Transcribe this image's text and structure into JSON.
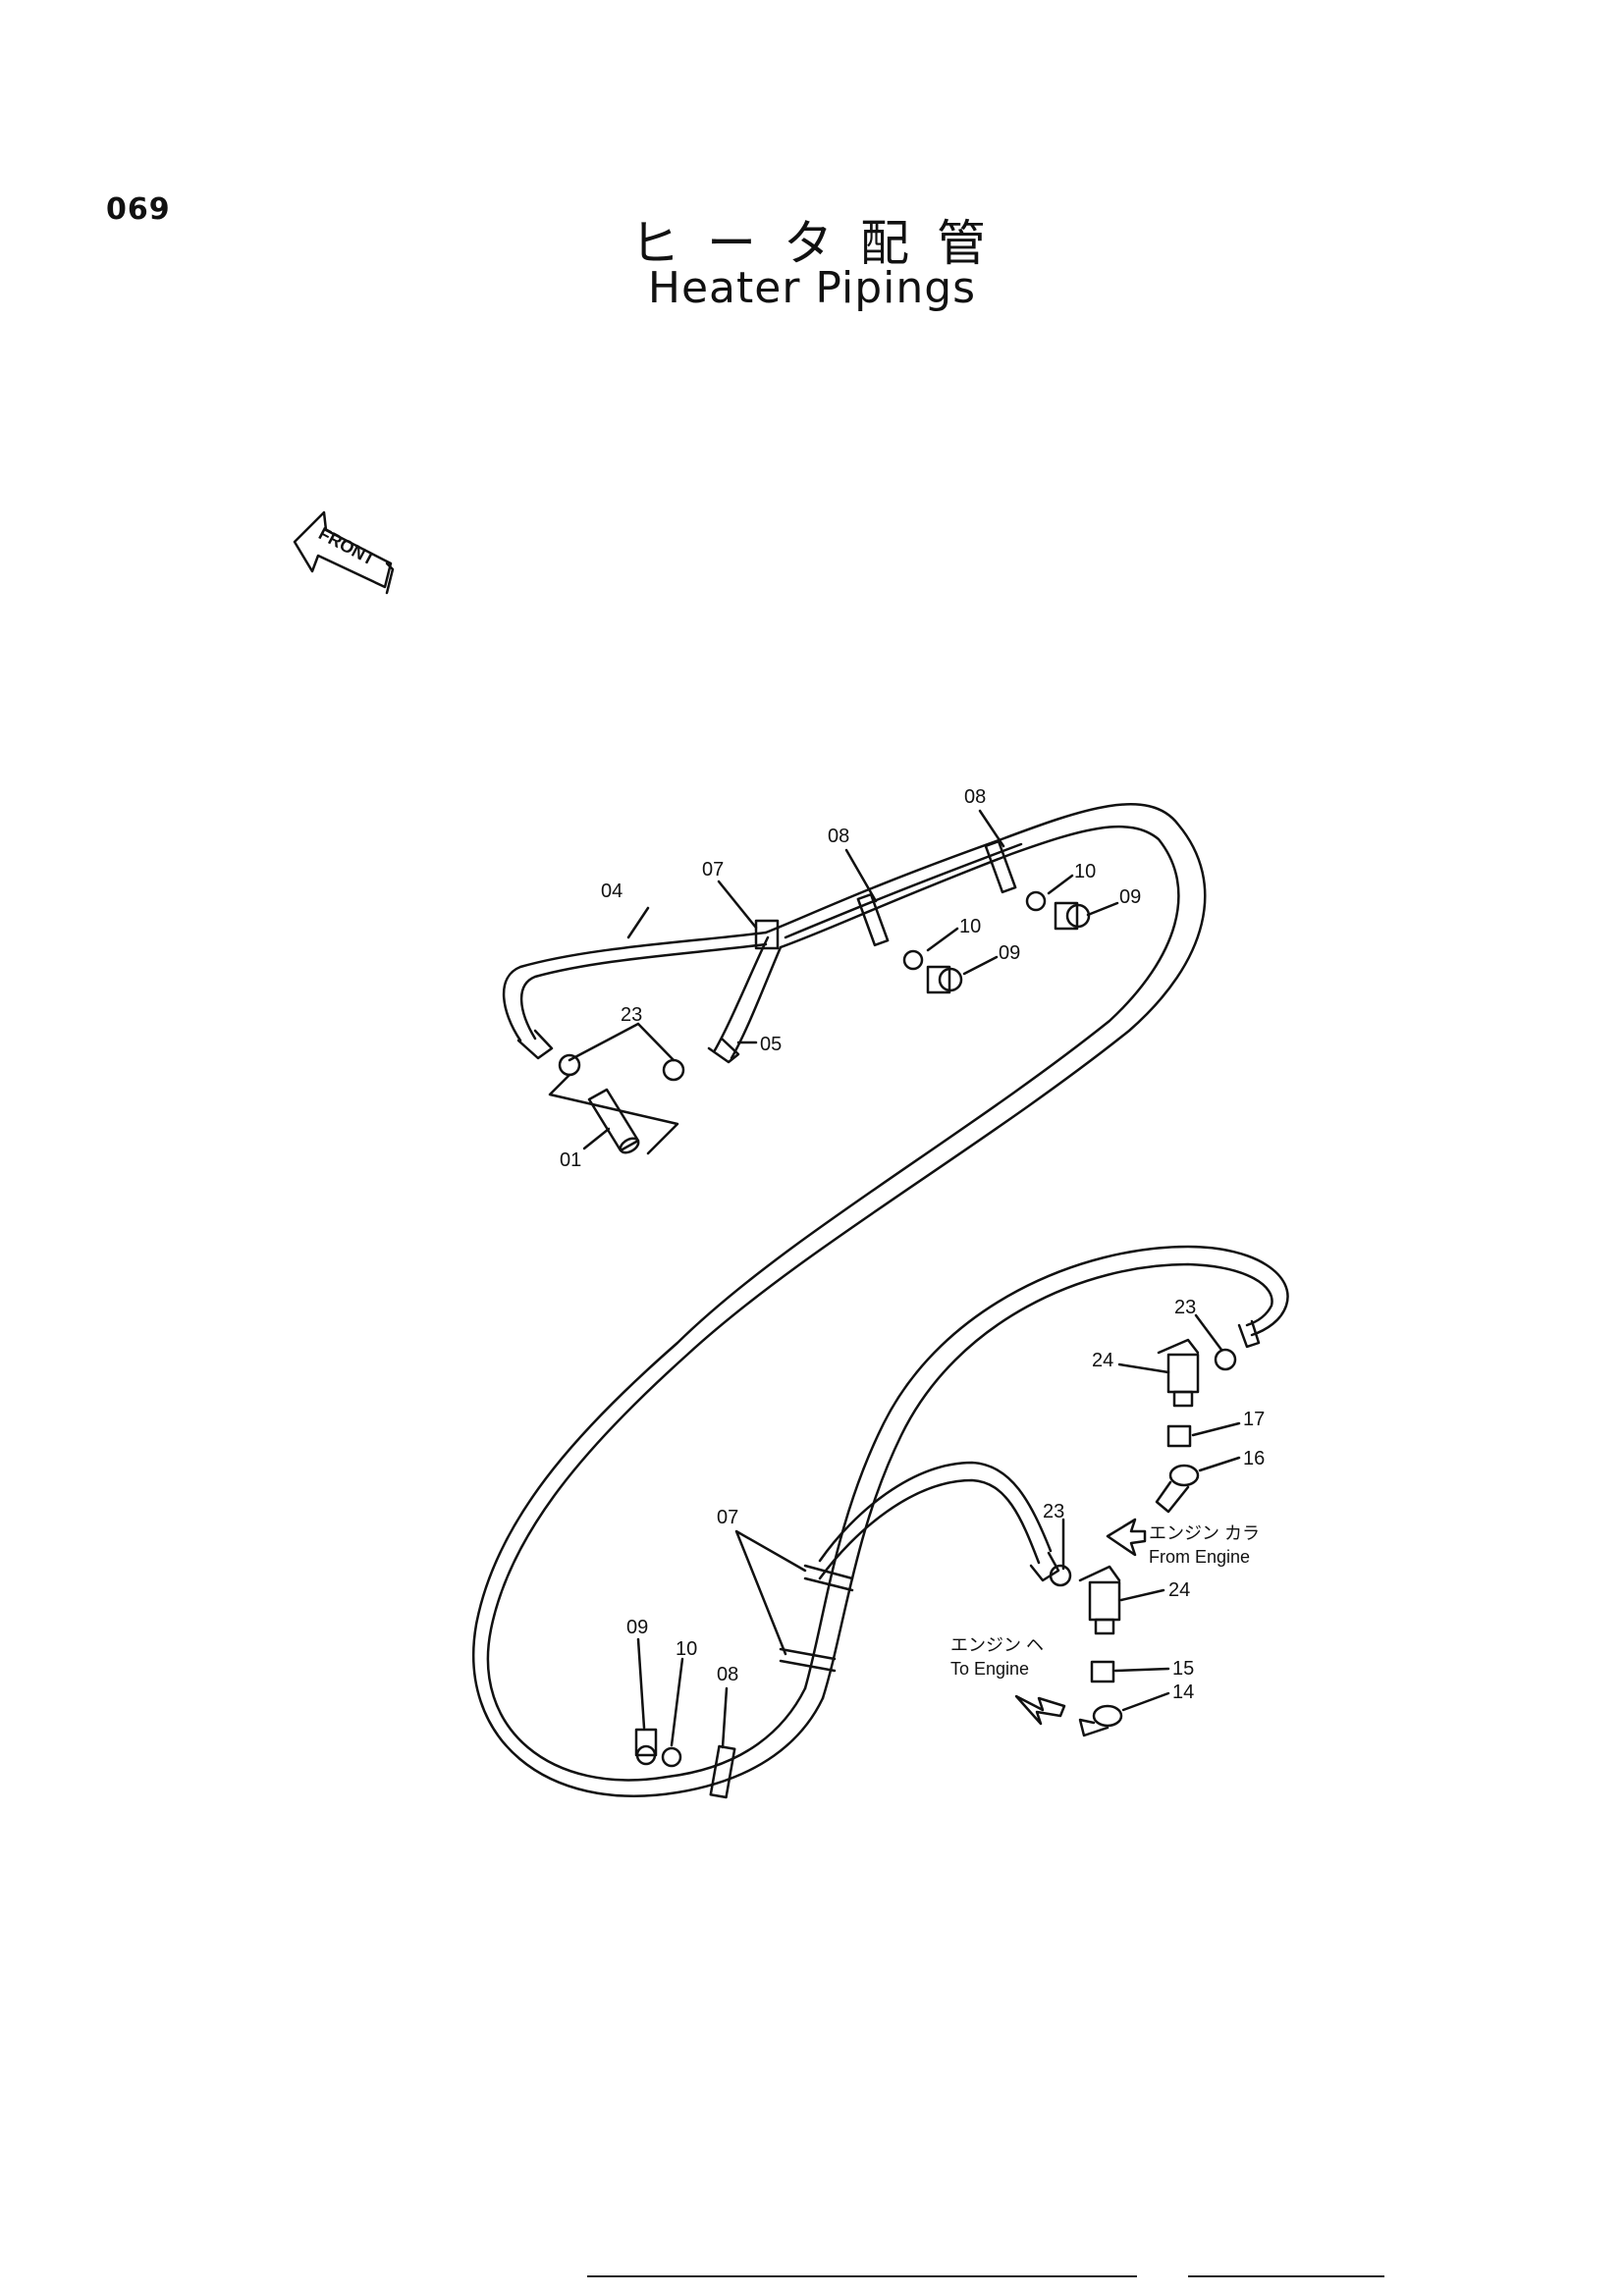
{
  "page_number": "069",
  "title_jp": "ヒータ配管",
  "title_en": "Heater Pipings",
  "front_label": "FRONT",
  "callouts": {
    "c01": "01",
    "c04": "04",
    "c05": "05",
    "c07a": "07",
    "c07b": "07",
    "c08a": "08",
    "c08b": "08",
    "c08c": "08",
    "c09a": "09",
    "c09b": "09",
    "c09c": "09",
    "c10a": "10",
    "c10b": "10",
    "c10c": "10",
    "c14": "14",
    "c15": "15",
    "c16": "16",
    "c17": "17",
    "c23a": "23",
    "c23b": "23",
    "c23c": "23",
    "c24a": "24",
    "c24b": "24"
  },
  "notes": {
    "from_engine_jp": "エンジン カラ",
    "from_engine_en": "From Engine",
    "to_engine_jp": "エンジン ヘ",
    "to_engine_en": "To Engine"
  }
}
